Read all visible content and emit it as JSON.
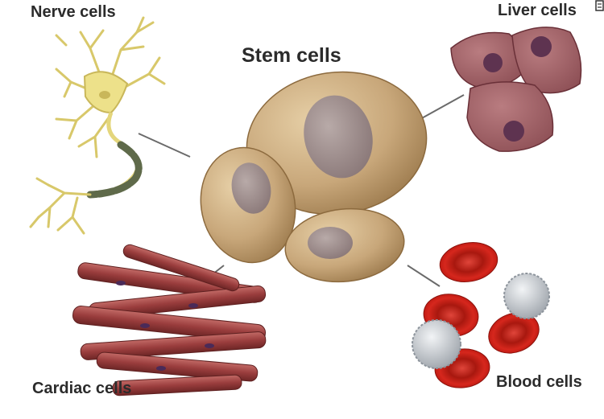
{
  "labels": {
    "nerve": "Nerve cells",
    "stem": "Stem cells",
    "liver": "Liver cells",
    "cardiac": "Cardiac cells",
    "blood": "Blood cells"
  },
  "colors": {
    "stem_cell": "#c8a77a",
    "stem_nucleus": "#9a8a8a",
    "nerve_cell": "#ece08a",
    "axon_sheath": "#5f6a4a",
    "liver_cell": "#a4646a",
    "liver_nucleus": "#5e3350",
    "cardiac_fiber": "#9a3d3d",
    "red_blood_cell": "#c8271f",
    "white_blood_cell": "#c9ccd0",
    "connector_line": "#666666"
  }
}
